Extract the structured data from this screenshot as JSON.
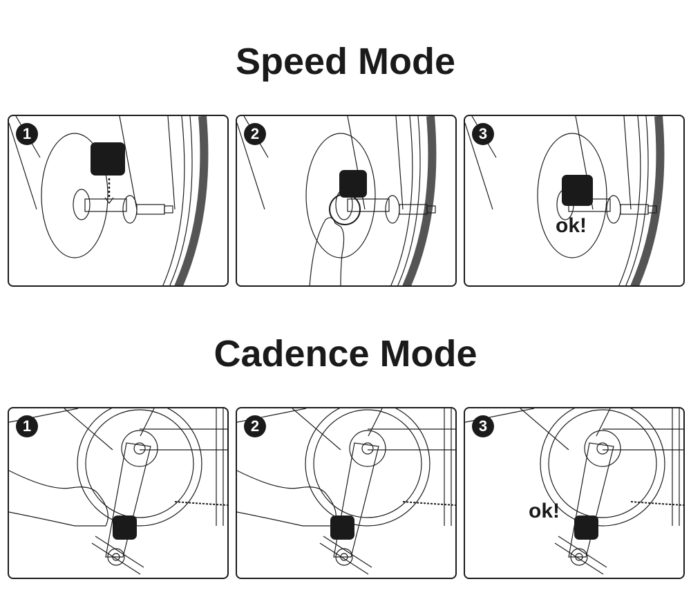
{
  "sections": [
    {
      "title": "Speed Mode",
      "steps": [
        {
          "number": "1"
        },
        {
          "number": "2"
        },
        {
          "number": "3",
          "note": "ok!"
        }
      ]
    },
    {
      "title": "Cadence Mode",
      "steps": [
        {
          "number": "1"
        },
        {
          "number": "2"
        },
        {
          "number": "3",
          "note": "ok!"
        }
      ]
    }
  ],
  "colors": {
    "ink": "#1a1a1a",
    "rim": "#555555"
  }
}
